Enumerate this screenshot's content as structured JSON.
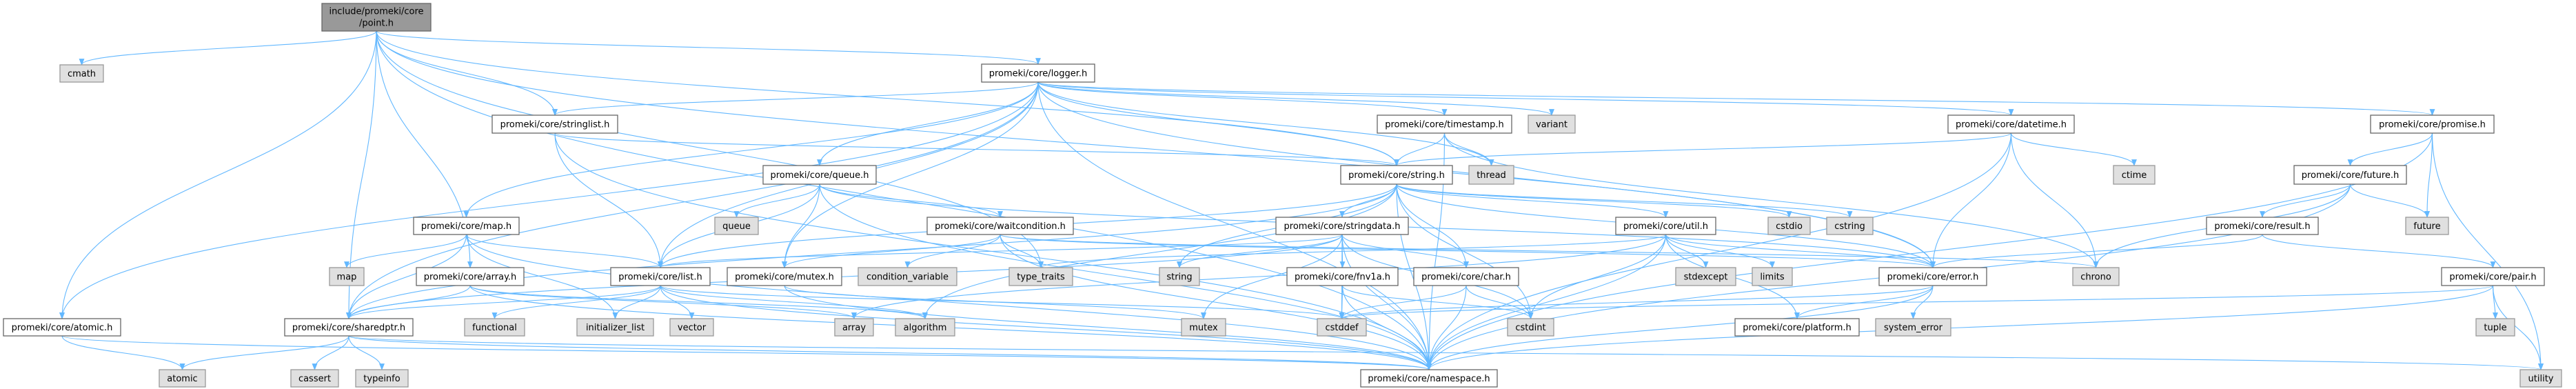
{
  "graph": {
    "edge_color": "#63b8ff",
    "project_fill": "#ffffff",
    "system_fill": "#e0e0e0",
    "root_fill": "#999999",
    "nodes": [
      {
        "id": "point",
        "label1": "include/promeki/core",
        "label2": "/point.h",
        "kind": "root"
      },
      {
        "id": "cmath",
        "label": "cmath",
        "kind": "system"
      },
      {
        "id": "logger",
        "label": "promeki/core/logger.h",
        "kind": "project"
      },
      {
        "id": "stringlist",
        "label": "promeki/core/stringlist.h",
        "kind": "project"
      },
      {
        "id": "timestamp",
        "label": "promeki/core/timestamp.h",
        "kind": "project"
      },
      {
        "id": "variant",
        "label": "variant",
        "kind": "system"
      },
      {
        "id": "datetime",
        "label": "promeki/core/datetime.h",
        "kind": "project"
      },
      {
        "id": "promise",
        "label": "promeki/core/promise.h",
        "kind": "project"
      },
      {
        "id": "queue_h",
        "label": "promeki/core/queue.h",
        "kind": "project"
      },
      {
        "id": "string_h",
        "label": "promeki/core/string.h",
        "kind": "project"
      },
      {
        "id": "thread",
        "label": "thread",
        "kind": "system"
      },
      {
        "id": "ctime",
        "label": "ctime",
        "kind": "system"
      },
      {
        "id": "future_h",
        "label": "promeki/core/future.h",
        "kind": "project"
      },
      {
        "id": "map_h",
        "label": "promeki/core/map.h",
        "kind": "project"
      },
      {
        "id": "queue",
        "label": "queue",
        "kind": "system"
      },
      {
        "id": "waitcondition",
        "label": "promeki/core/waitcondition.h",
        "kind": "project"
      },
      {
        "id": "stringdata",
        "label": "promeki/core/stringdata.h",
        "kind": "project"
      },
      {
        "id": "util",
        "label": "promeki/core/util.h",
        "kind": "project"
      },
      {
        "id": "cstdio",
        "label": "cstdio",
        "kind": "system"
      },
      {
        "id": "cstring",
        "label": "cstring",
        "kind": "system"
      },
      {
        "id": "result",
        "label": "promeki/core/result.h",
        "kind": "project"
      },
      {
        "id": "future",
        "label": "future",
        "kind": "system"
      },
      {
        "id": "map",
        "label": "map",
        "kind": "system"
      },
      {
        "id": "array_h",
        "label": "promeki/core/array.h",
        "kind": "project"
      },
      {
        "id": "list_h",
        "label": "promeki/core/list.h",
        "kind": "project"
      },
      {
        "id": "mutex_h",
        "label": "promeki/core/mutex.h",
        "kind": "project"
      },
      {
        "id": "condition_variable",
        "label": "condition_variable",
        "kind": "system"
      },
      {
        "id": "type_traits",
        "label": "type_traits",
        "kind": "system"
      },
      {
        "id": "string",
        "label": "string",
        "kind": "system"
      },
      {
        "id": "fnv1a",
        "label": "promeki/core/fnv1a.h",
        "kind": "project"
      },
      {
        "id": "char_h",
        "label": "promeki/core/char.h",
        "kind": "project"
      },
      {
        "id": "stdexcept",
        "label": "stdexcept",
        "kind": "system"
      },
      {
        "id": "limits",
        "label": "limits",
        "kind": "system"
      },
      {
        "id": "error_h",
        "label": "promeki/core/error.h",
        "kind": "project"
      },
      {
        "id": "chrono",
        "label": "chrono",
        "kind": "system"
      },
      {
        "id": "pair_h",
        "label": "promeki/core/pair.h",
        "kind": "project"
      },
      {
        "id": "atomic_h",
        "label": "promeki/core/atomic.h",
        "kind": "project"
      },
      {
        "id": "sharedptr",
        "label": "promeki/core/sharedptr.h",
        "kind": "project"
      },
      {
        "id": "functional",
        "label": "functional",
        "kind": "system"
      },
      {
        "id": "initializer_list",
        "label": "initializer_list",
        "kind": "system"
      },
      {
        "id": "vector",
        "label": "vector",
        "kind": "system"
      },
      {
        "id": "array",
        "label": "array",
        "kind": "system"
      },
      {
        "id": "algorithm",
        "label": "algorithm",
        "kind": "system"
      },
      {
        "id": "mutex",
        "label": "mutex",
        "kind": "system"
      },
      {
        "id": "cstddef",
        "label": "cstddef",
        "kind": "system"
      },
      {
        "id": "cstdint",
        "label": "cstdint",
        "kind": "system"
      },
      {
        "id": "platform",
        "label": "promeki/core/platform.h",
        "kind": "project"
      },
      {
        "id": "system_error",
        "label": "system_error",
        "kind": "system"
      },
      {
        "id": "tuple",
        "label": "tuple",
        "kind": "system"
      },
      {
        "id": "atomic",
        "label": "atomic",
        "kind": "system"
      },
      {
        "id": "cassert",
        "label": "cassert",
        "kind": "system"
      },
      {
        "id": "typeinfo",
        "label": "typeinfo",
        "kind": "system"
      },
      {
        "id": "namespace",
        "label": "promeki/core/namespace.h",
        "kind": "project"
      },
      {
        "id": "utility",
        "label": "utility",
        "kind": "system"
      }
    ],
    "edges": [
      [
        "point",
        "cmath"
      ],
      [
        "point",
        "stringlist"
      ],
      [
        "point",
        "logger"
      ],
      [
        "point",
        "string_h"
      ],
      [
        "point",
        "array_h"
      ],
      [
        "point",
        "atomic_h"
      ],
      [
        "point",
        "namespace"
      ],
      [
        "point",
        "error_h"
      ],
      [
        "point",
        "type_traits"
      ],
      [
        "point",
        "sharedptr"
      ],
      [
        "logger",
        "stringlist"
      ],
      [
        "logger",
        "string_h"
      ],
      [
        "logger",
        "queue_h"
      ],
      [
        "logger",
        "mutex_h"
      ],
      [
        "logger",
        "timestamp"
      ],
      [
        "logger",
        "variant"
      ],
      [
        "logger",
        "thread"
      ],
      [
        "logger",
        "datetime"
      ],
      [
        "logger",
        "promise"
      ],
      [
        "logger",
        "map_h"
      ],
      [
        "logger",
        "list_h"
      ],
      [
        "logger",
        "sharedptr"
      ],
      [
        "logger",
        "atomic_h"
      ],
      [
        "logger",
        "namespace"
      ],
      [
        "logger",
        "error_h"
      ],
      [
        "stringlist",
        "list_h"
      ],
      [
        "stringlist",
        "string_h"
      ],
      [
        "stringlist",
        "namespace"
      ],
      [
        "timestamp",
        "string_h"
      ],
      [
        "timestamp",
        "thread"
      ],
      [
        "timestamp",
        "chrono"
      ],
      [
        "timestamp",
        "namespace"
      ],
      [
        "datetime",
        "string_h"
      ],
      [
        "datetime",
        "error_h"
      ],
      [
        "datetime",
        "ctime"
      ],
      [
        "datetime",
        "chrono"
      ],
      [
        "datetime",
        "namespace"
      ],
      [
        "promise",
        "future_h"
      ],
      [
        "promise",
        "future"
      ],
      [
        "promise",
        "utility"
      ],
      [
        "promise",
        "namespace"
      ],
      [
        "future_h",
        "result"
      ],
      [
        "future_h",
        "future"
      ],
      [
        "future_h",
        "chrono"
      ],
      [
        "future_h",
        "namespace"
      ],
      [
        "result",
        "error_h"
      ],
      [
        "result",
        "pair_h"
      ],
      [
        "pair_h",
        "tuple"
      ],
      [
        "pair_h",
        "utility"
      ],
      [
        "pair_h",
        "cstddef"
      ],
      [
        "pair_h",
        "namespace"
      ],
      [
        "queue_h",
        "queue"
      ],
      [
        "queue_h",
        "waitcondition"
      ],
      [
        "queue_h",
        "mutex_h"
      ],
      [
        "queue_h",
        "list_h"
      ],
      [
        "queue_h",
        "namespace"
      ],
      [
        "queue_h",
        "error_h"
      ],
      [
        "waitcondition",
        "condition_variable"
      ],
      [
        "waitcondition",
        "type_traits"
      ],
      [
        "waitcondition",
        "mutex_h"
      ],
      [
        "waitcondition",
        "namespace"
      ],
      [
        "waitcondition",
        "error_h"
      ],
      [
        "waitcondition",
        "chrono"
      ],
      [
        "string_h",
        "stringdata"
      ],
      [
        "string_h",
        "char_h"
      ],
      [
        "string_h",
        "util"
      ],
      [
        "string_h",
        "cstdio"
      ],
      [
        "string_h",
        "cstring"
      ],
      [
        "string_h",
        "string"
      ],
      [
        "string_h",
        "cstdint"
      ],
      [
        "string_h",
        "namespace"
      ],
      [
        "string_h",
        "list_h"
      ],
      [
        "string_h",
        "sharedptr"
      ],
      [
        "string_h",
        "error_h"
      ],
      [
        "string_h",
        "algorithm"
      ],
      [
        "stringdata",
        "fnv1a"
      ],
      [
        "stringdata",
        "char_h"
      ],
      [
        "stringdata",
        "cstdint"
      ],
      [
        "stringdata",
        "list_h"
      ],
      [
        "stringdata",
        "sharedptr"
      ],
      [
        "stringdata",
        "string"
      ],
      [
        "stringdata",
        "mutex"
      ],
      [
        "stringdata",
        "namespace"
      ],
      [
        "stringdata",
        "cstddef"
      ],
      [
        "util",
        "stdexcept"
      ],
      [
        "util",
        "limits"
      ],
      [
        "util",
        "cstdint"
      ],
      [
        "util",
        "platform"
      ],
      [
        "util",
        "error_h"
      ],
      [
        "util",
        "namespace"
      ],
      [
        "util",
        "type_traits"
      ],
      [
        "util",
        "array"
      ],
      [
        "fnv1a",
        "cstddef"
      ],
      [
        "fnv1a",
        "cstdint"
      ],
      [
        "fnv1a",
        "namespace"
      ],
      [
        "char_h",
        "cstddef"
      ],
      [
        "char_h",
        "cstdint"
      ],
      [
        "char_h",
        "namespace"
      ],
      [
        "error_h",
        "system_error"
      ],
      [
        "error_h",
        "platform"
      ],
      [
        "error_h",
        "namespace"
      ],
      [
        "error_h",
        "cstddef"
      ],
      [
        "mutex_h",
        "mutex"
      ],
      [
        "mutex_h",
        "namespace"
      ],
      [
        "map_h",
        "map"
      ],
      [
        "map_h",
        "list_h"
      ],
      [
        "map_h",
        "sharedptr"
      ],
      [
        "map_h",
        "initializer_list"
      ],
      [
        "map_h",
        "namespace"
      ],
      [
        "array_h",
        "sharedptr"
      ],
      [
        "array_h",
        "array"
      ],
      [
        "array_h",
        "namespace"
      ],
      [
        "array_h",
        "algorithm"
      ],
      [
        "list_h",
        "initializer_list"
      ],
      [
        "list_h",
        "vector"
      ],
      [
        "list_h",
        "functional"
      ],
      [
        "list_h",
        "algorithm"
      ],
      [
        "list_h",
        "sharedptr"
      ],
      [
        "list_h",
        "namespace"
      ],
      [
        "list_h",
        "cstddef"
      ],
      [
        "sharedptr",
        "atomic"
      ],
      [
        "sharedptr",
        "cassert"
      ],
      [
        "sharedptr",
        "typeinfo"
      ],
      [
        "sharedptr",
        "namespace"
      ],
      [
        "sharedptr",
        "utility"
      ],
      [
        "atomic_h",
        "atomic"
      ],
      [
        "atomic_h",
        "namespace"
      ]
    ]
  }
}
